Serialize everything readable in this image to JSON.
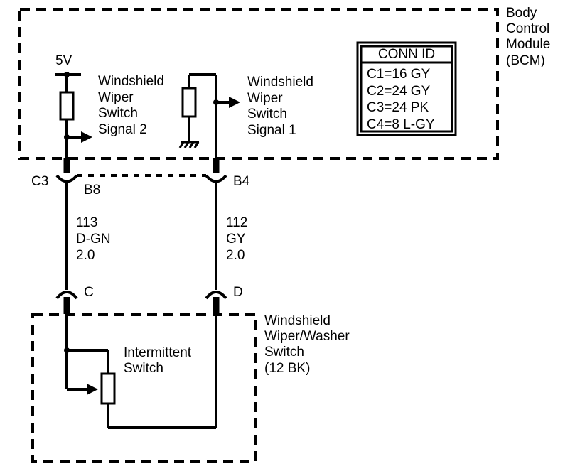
{
  "bcm": {
    "label_lines": [
      "Body",
      "Control",
      "Module",
      "(BCM)"
    ],
    "conn_id": {
      "title": "CONN ID",
      "rows": [
        "C1=16 GY",
        "C2=24 GY",
        "C3=24 PK",
        "C4=8 L-GY"
      ]
    },
    "supply_label": "5V",
    "signal2_lines": [
      "Windshield",
      "Wiper",
      "Switch",
      "Signal 2"
    ],
    "signal1_lines": [
      "Windshield",
      "Wiper",
      "Switch",
      "Signal 1"
    ]
  },
  "connectors": {
    "left_connector": "C3",
    "left_pin": "B8",
    "right_pin": "B4",
    "switch_left_pin": "C",
    "switch_right_pin": "D"
  },
  "wires": {
    "left": [
      "113",
      "D-GN",
      "2.0"
    ],
    "right": [
      "112",
      "GY",
      "2.0"
    ]
  },
  "switch_assembly": {
    "label_lines": [
      "Windshield",
      "Wiper/Washer",
      "Switch",
      "(12 BK)"
    ],
    "intermittent_lines": [
      "Intermittent",
      "Switch"
    ]
  }
}
